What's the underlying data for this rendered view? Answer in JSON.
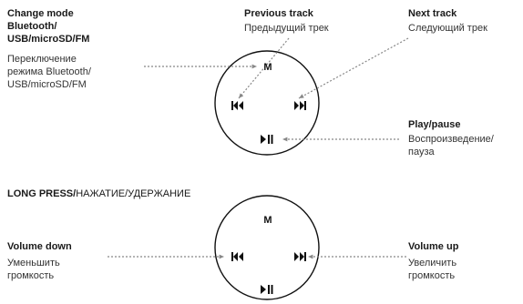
{
  "top": {
    "change_mode": {
      "title_lines": [
        "Change mode",
        "Bluetooth/",
        "USB/microSD/FM"
      ],
      "sub_lines": [
        "Переключение",
        "режима Bluetooth/",
        "USB/microSD/FM"
      ]
    },
    "previous_track": {
      "title": "Previous track",
      "sub": "Предыдущий трек"
    },
    "next_track": {
      "title": "Next track",
      "sub": "Следующий трек"
    },
    "play_pause": {
      "title": "Play/pause",
      "sub_lines": [
        "Воспроизведение/",
        "пауза"
      ]
    },
    "buttons": {
      "mode": "M",
      "prev": "⏮",
      "next": "⏭",
      "play": "⏯"
    }
  },
  "long_press": {
    "bold": "LONG PRESS/",
    "rest": "НАЖАТИЕ/УДЕРЖАНИЕ"
  },
  "bottom": {
    "volume_down": {
      "title": "Volume down",
      "sub_lines": [
        "Уменьшить",
        "громкость"
      ]
    },
    "volume_up": {
      "title": "Volume up",
      "sub_lines": [
        "Увеличить",
        "громкость"
      ]
    },
    "buttons": {
      "mode": "M",
      "prev": "⏮",
      "next": "⏭",
      "play": "⏯"
    }
  },
  "colors": {
    "line": "#111111",
    "arrow": "#888888"
  },
  "icons": [
    "mode-M",
    "previous-track-icon",
    "next-track-icon",
    "play-pause-icon"
  ]
}
